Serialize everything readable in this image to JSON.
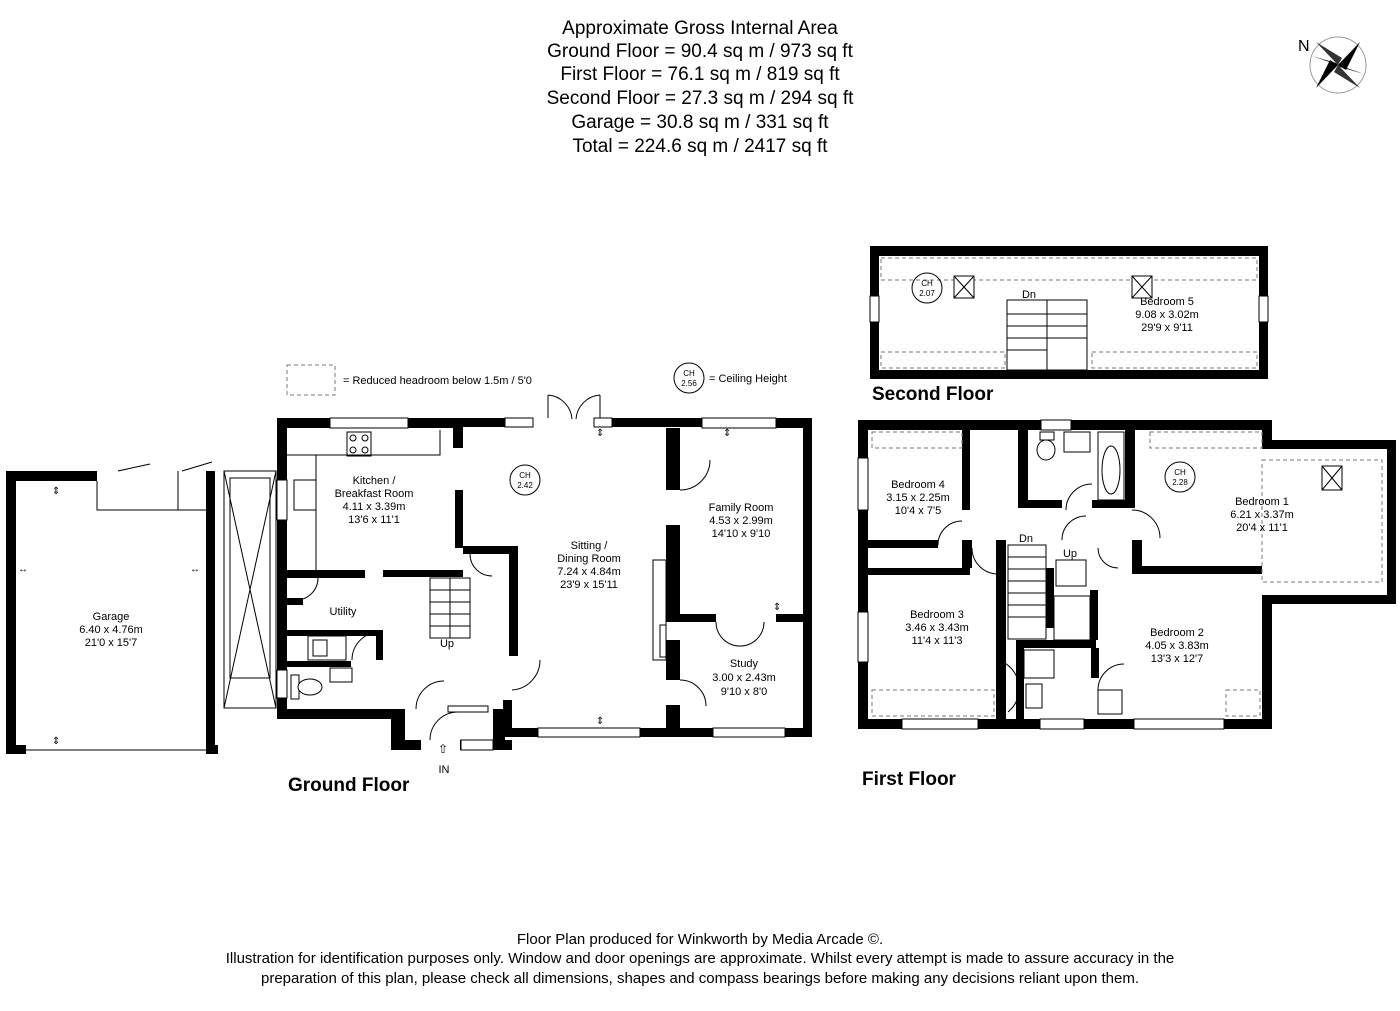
{
  "area": {
    "heading": "Approximate Gross Internal Area",
    "ground": "Ground Floor = 90.4 sq m / 973 sq ft",
    "first": "First Floor = 76.1 sq m / 819 sq ft",
    "second": "Second Floor = 27.3 sq m / 294 sq ft",
    "garage": "Garage = 30.8 sq m / 331 sq ft",
    "total": "Total = 224.6 sq m / 2417 sq ft"
  },
  "compass": {
    "label": "N"
  },
  "legend": {
    "headroom": "= Reduced headroom below 1.5m / 5'0",
    "ch_label": "CH",
    "ch_value": "2.56",
    "ceiling": "= Ceiling Height"
  },
  "floors": {
    "ground": "Ground Floor",
    "first": "First Floor",
    "second": "Second Floor"
  },
  "rooms": {
    "garage": {
      "name": "Garage",
      "metric": "6.40 x 4.76m",
      "imperial": "21'0 x 15'7"
    },
    "kitchen": {
      "name1": "Kitchen /",
      "name2": "Breakfast Room",
      "metric": "4.11 x 3.39m",
      "imperial": "13'6 x 11'1"
    },
    "utility": {
      "name": "Utility"
    },
    "sitting": {
      "name1": "Sitting /",
      "name2": "Dining Room",
      "metric": "7.24 x 4.84m",
      "imperial": "23'9 x 15'11",
      "ch": "2.42"
    },
    "family": {
      "name": "Family Room",
      "metric": "4.53 x 2.99m",
      "imperial": "14'10 x 9'10"
    },
    "study": {
      "name": "Study",
      "metric": "3.00 x 2.43m",
      "imperial": "9'10 x 8'0"
    },
    "bedroom1": {
      "name": "Bedroom 1",
      "metric": "6.21 x 3.37m",
      "imperial": "20'4 x 11'1",
      "ch": "2.28"
    },
    "bedroom2": {
      "name": "Bedroom 2",
      "metric": "4.05 x 3.83m",
      "imperial": "13'3 x 12'7"
    },
    "bedroom3": {
      "name": "Bedroom 3",
      "metric": "3.46 x 3.43m",
      "imperial": "11'4 x 11'3"
    },
    "bedroom4": {
      "name": "Bedroom 4",
      "metric": "3.15 x 2.25m",
      "imperial": "10'4 x 7'5"
    },
    "bedroom5": {
      "name": "Bedroom 5",
      "metric": "9.08 x 3.02m",
      "imperial": "29'9 x 9'11",
      "ch": "2.07"
    }
  },
  "stairs": {
    "up": "Up",
    "down": "Dn",
    "entrance": "IN"
  },
  "footer": {
    "line1": "Floor Plan produced for Winkworth by Media Arcade ©.",
    "line2": "Illustration for identification purposes only. Window and door openings are approximate. Whilst every attempt is made to assure accuracy in the",
    "line3": "preparation of this plan, please check all dimensions, shapes and compass bearings before making any decisions reliant upon them."
  }
}
